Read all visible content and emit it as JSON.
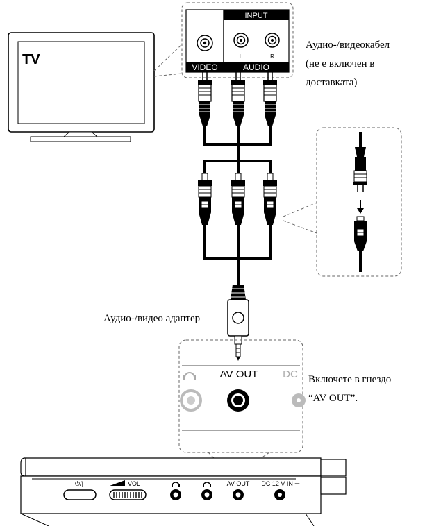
{
  "tv_label": "TV",
  "input_panel": {
    "title": "INPUT",
    "video_label": "VIDEO",
    "audio_label": "AUDIO",
    "left_label": "L",
    "right_label": "R"
  },
  "callouts": {
    "cable_line1": "Аудио-/видеокабел",
    "cable_line2": "(не е включен в",
    "cable_line3": "доставката)",
    "adapter": "Аудио-/видео адаптер",
    "plug_line1": "Включете в гнездо",
    "plug_line2": "“AV OUT”."
  },
  "av_out_panel": {
    "av_out": "AV OUT",
    "dc": "DC"
  },
  "device_panel": {
    "power": "⏻/|",
    "vol": "VOL",
    "av_out": "AV OUT",
    "dc_in": "DC 12 V IN ⎓"
  }
}
